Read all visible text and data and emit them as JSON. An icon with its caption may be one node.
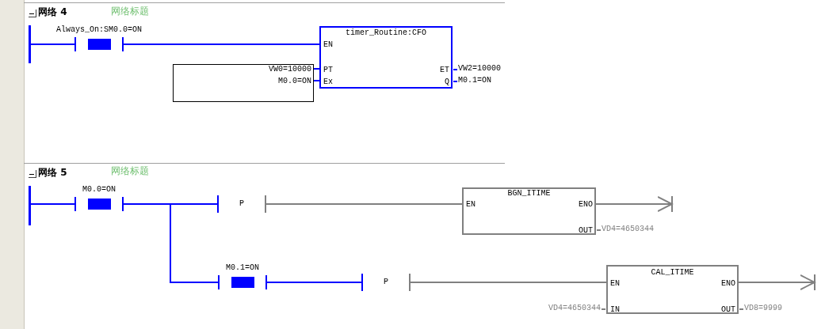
{
  "diagram": {
    "nodes": [
      {
        "text": [],
        "shape": "bar"
      },
      {
        "text": [
          "Always_On:SM0.0=ON"
        ]
      },
      {
        "text": [
          "timer_Routine:CFO",
          "EN",
          "PT",
          "Ex",
          "ET",
          "Q"
        ],
        "beside": [
          "VW2=10000",
          "M0.1=ON"
        ]
      },
      {
        "text": [
          "VW0=10000",
          "M0.0=ON"
        ]
      },
      {
        "text": [],
        "shape": "bar"
      },
      {
        "text": [
          "M0.0=ON"
        ]
      },
      {
        "text": [
          "P"
        ]
      },
      {
        "text": [
          "BGN_ITIME",
          "EN",
          "ENO",
          "OUT"
        ],
        "beside": [
          "VD4=4650344"
        ]
      },
      {
        "text": [
          "M0.1=ON"
        ]
      },
      {
        "text": [
          "P"
        ]
      },
      {
        "text": [
          "CAL_ITIME",
          "EN",
          "IN",
          "ENO",
          "OUT"
        ],
        "beside": [
          "VD4=4650344",
          "VD8=9999"
        ]
      }
    ],
    "edges": [
      {
        "from": 0,
        "to": 1,
        "arrow": "none"
      },
      {
        "from": 1,
        "to": 2,
        "arrow": "none"
      },
      {
        "from": 3,
        "to": 2,
        "arrow": "none"
      },
      {
        "from": 3,
        "to": 2,
        "arrow": "none"
      },
      {
        "from": 4,
        "to": 5,
        "arrow": "none"
      },
      {
        "from": 5,
        "to": 6,
        "arrow": "none"
      },
      {
        "from": 5,
        "to": 8,
        "arrow": "none"
      },
      {
        "from": 6,
        "to": 7,
        "arrow": "none",
        "color": "#808080"
      },
      {
        "from": 7,
        "to": null,
        "arrow": "to",
        "color": "#808080"
      },
      {
        "from": 8,
        "to": 9,
        "arrow": "none"
      },
      {
        "from": 9,
        "to": 10,
        "arrow": "none",
        "color": "#808080"
      },
      {
        "from": 10,
        "to": null,
        "arrow": "to",
        "color": "#808080"
      }
    ],
    "labels": [
      "网络 4",
      "网络标题",
      "网络 5",
      "网络标题"
    ]
  }
}
